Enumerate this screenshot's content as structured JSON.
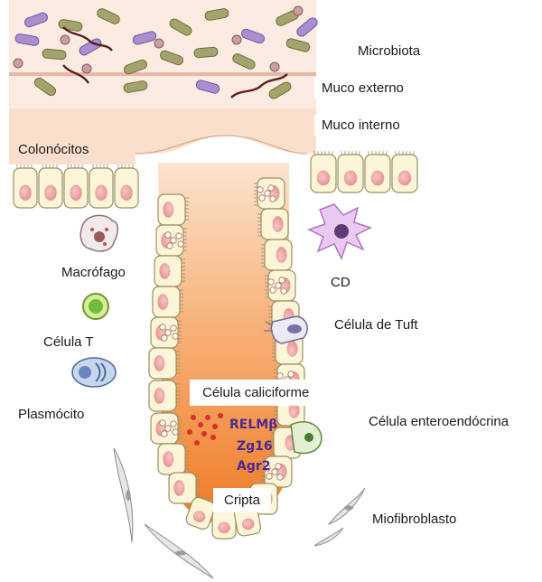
{
  "labels": {
    "microbiota": "Microbiota",
    "outer_mucus": "Muco externo",
    "inner_mucus": "Muco interno",
    "colonocytes": "Colonócitos",
    "macrophage": "Macrófago",
    "t_cell": "Célula T",
    "plasma_cell": "Plasmócito",
    "dendritic_cell": "CD",
    "tuft_cell": "Célula de Tuft",
    "goblet_cell": "Célula caliciforme",
    "enteroendocrine_cell": "Célula enteroendócrina",
    "crypt": "Cripta",
    "myofibroblast": "Miofibroblasto"
  },
  "molecules": [
    "RELMβ",
    "Zg16",
    "Agr2"
  ],
  "colors": {
    "outer_mucus": "#fbe9dc",
    "inner_mucus": "#f8dcc6",
    "crypt_lumen": "#f08a3a",
    "cell_fill": "#fdf5d8",
    "nucleus": "#ec9b9b",
    "bacteria_purple": "#a98fd0",
    "bacteria_olive": "#a3a36c",
    "molecule_text": "#4b2a8f",
    "granule_red": "#d9302a"
  }
}
